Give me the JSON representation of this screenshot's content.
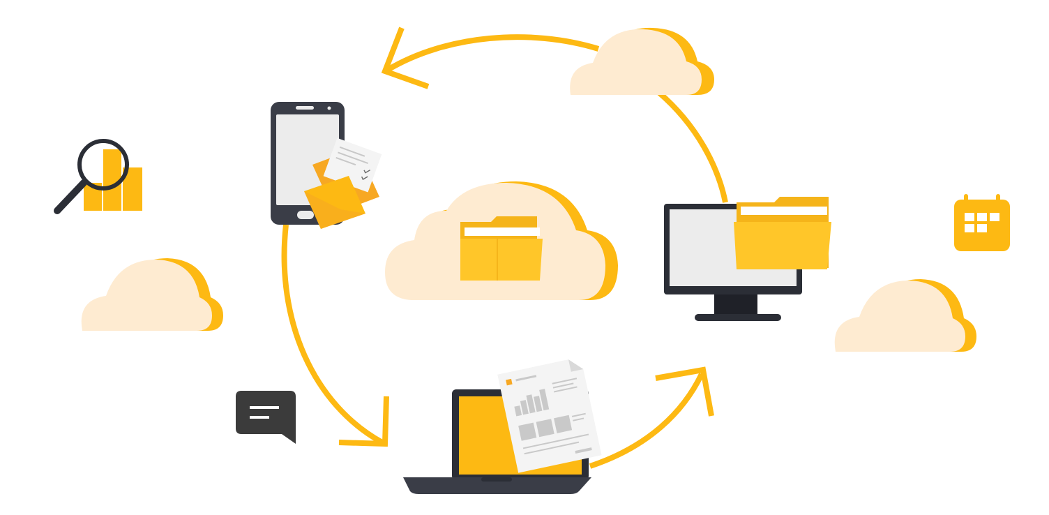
{
  "scene": {
    "kind": "cloud-sync-illustration",
    "colors": {
      "background": "#ffffff",
      "accent": "#FDB913",
      "accent_dark": "#F7A823",
      "cloud_light": "#FEEBD1",
      "device_dark": "#3A3D47",
      "screen_light": "#ECECEC",
      "folder_back": "#F5B41A",
      "folder_front": "#FFC629",
      "paper": "#F4F4F4",
      "chat_dark": "#3B3B3B"
    },
    "icons": [
      "phone-icon",
      "envelope-icon",
      "cloud-folder-icon",
      "monitor-icon",
      "folder-icon",
      "laptop-icon",
      "document-icon",
      "magnifier-chart-icon",
      "calendar-icon",
      "chat-bubble-icon",
      "cloud-icon"
    ],
    "cycle": [
      "phone",
      "cloud",
      "monitor",
      "laptop"
    ]
  }
}
